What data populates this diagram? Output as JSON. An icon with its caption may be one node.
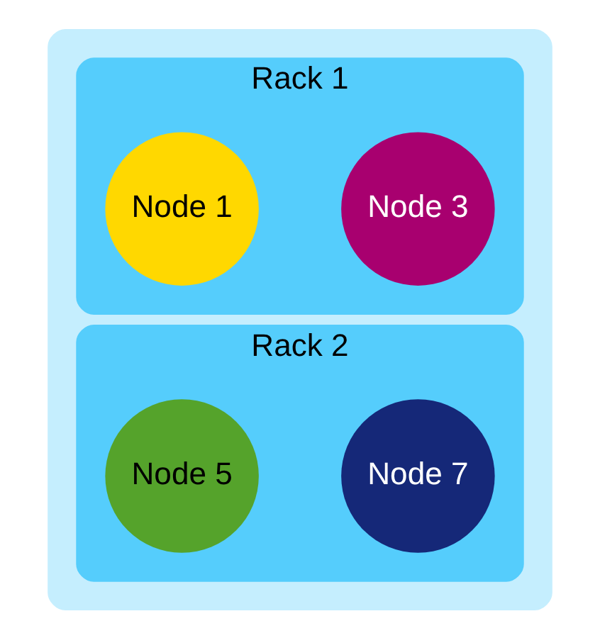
{
  "diagram": {
    "nodes": [
      {
        "text": [],
        "shape": "box"
      },
      {
        "text": [
          "Rack 1"
        ],
        "in": 0
      },
      {
        "text": [
          "Node 1"
        ],
        "in": 1
      },
      {
        "text": [
          "Node 3"
        ],
        "in": 1
      },
      {
        "text": [
          "Rack 2"
        ],
        "in": 0
      },
      {
        "text": [
          "Node 5"
        ],
        "in": 4
      },
      {
        "text": [
          "Node 7"
        ],
        "in": 4
      }
    ]
  }
}
